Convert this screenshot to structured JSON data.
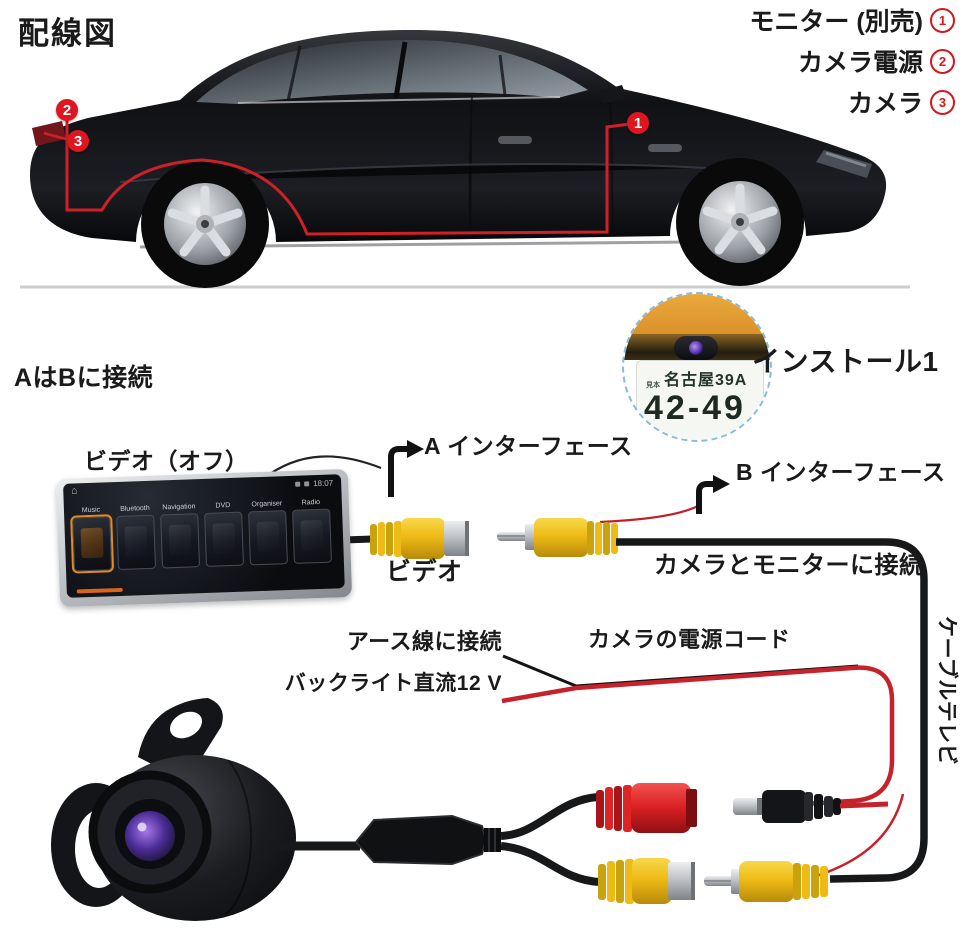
{
  "title": "配線図",
  "legend": {
    "items": [
      {
        "label": "モニター (別売)",
        "num": "1"
      },
      {
        "label": "カメラ電源",
        "num": "2"
      },
      {
        "label": "カメラ",
        "num": "3"
      }
    ]
  },
  "car": {
    "markers": [
      "1",
      "2",
      "3"
    ]
  },
  "install": {
    "label": "インストール1",
    "plate_sample": "見本",
    "plate_region": "名古屋39A",
    "plate_number": "42-49"
  },
  "section_heading": "AはBに接続",
  "monitor": {
    "label": "ビデオ（オフ）",
    "time": "18:07",
    "tiles": [
      "Music",
      "Bluetooth",
      "Navigation",
      "DVD",
      "Organiser",
      "Radio"
    ]
  },
  "cables": {
    "a_interface": "A インターフェース",
    "b_interface": "B インターフェース",
    "video": "ビデオ",
    "connect_note": "カメラとモニターに接続",
    "cable_tv": "ケーブルテレビ",
    "ground": "アース線に接続",
    "backlight": "バックライト直流12 V",
    "power_cord": "カメラの電源コード"
  },
  "colors": {
    "wire_red": "#c5222b",
    "marker_red": "#dd1620",
    "connector_yellow": "#f0c41d",
    "inset_orange": "#d98f28"
  }
}
